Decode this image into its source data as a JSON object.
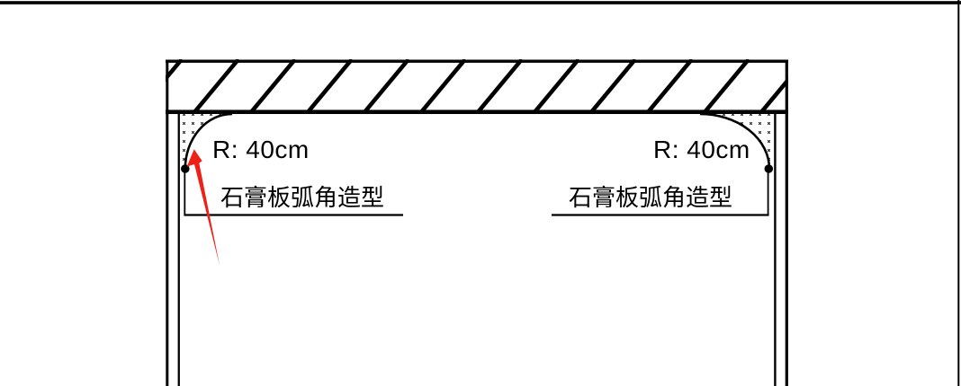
{
  "drawing": {
    "kind": "ceiling-corner-detail",
    "labels": {
      "left": {
        "radius": "R: 40cm",
        "caption": "石膏板弧角造型"
      },
      "right": {
        "radius": "R: 40cm",
        "caption": "石膏板弧角造型"
      }
    }
  },
  "colors": {
    "ink": "#000000",
    "background": "#ffffff",
    "arrow": "#ee2119"
  }
}
